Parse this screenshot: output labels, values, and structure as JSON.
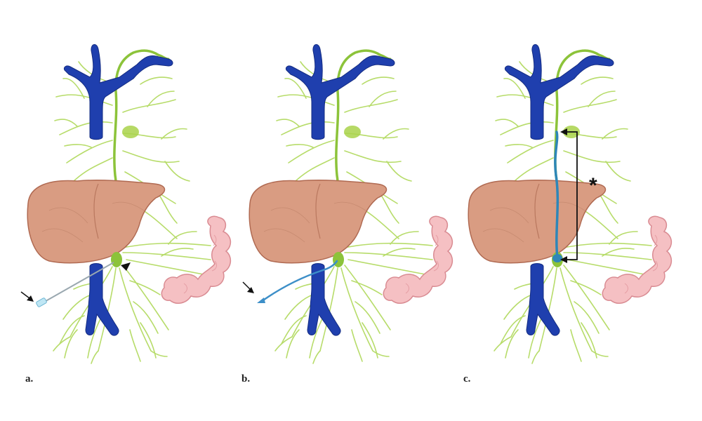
{
  "panels": [
    {
      "label": "a."
    },
    {
      "label": "b."
    },
    {
      "label": "c."
    }
  ],
  "annotation_marker": "*",
  "colors": {
    "vein": "#1f3fae",
    "lymphatic": "#9ccc3c",
    "lymphatic_light": "#bfe07a",
    "liver": "#d79a80",
    "liver_outline": "#b06a52",
    "bowel": "#f4bcc0",
    "bowel_outline": "#d98b92",
    "needle": "#bfe6f4",
    "catheter": "#3d8fc8",
    "arrow": "#111111"
  },
  "icons": [
    "arrow-icon",
    "arrowhead-icon",
    "needle-icon",
    "catheter-icon",
    "embolized-segment-icon"
  ]
}
